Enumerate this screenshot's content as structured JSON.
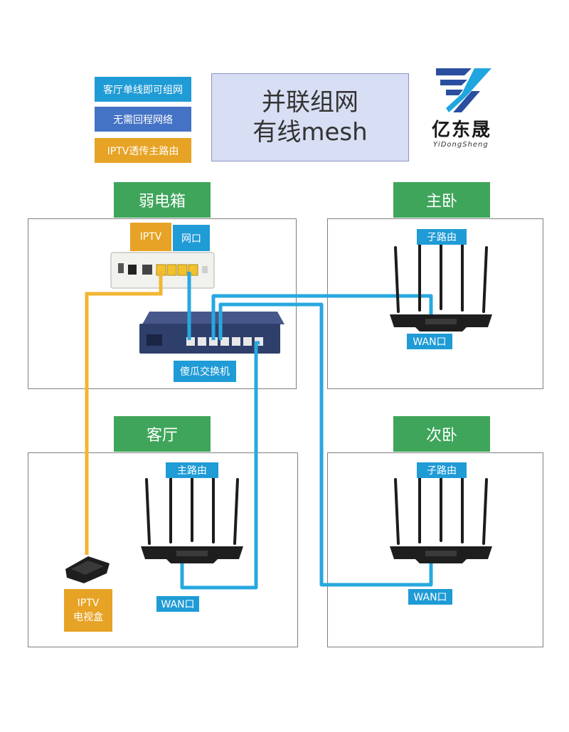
{
  "features": [
    {
      "label": "客厅单线即可组网",
      "color": "#1f9bd6"
    },
    {
      "label": "无需回程网络",
      "color": "#4472c4"
    },
    {
      "label": "IPTV透传主路由",
      "color": "#e7a325"
    }
  ],
  "title": {
    "line1": "并联组网",
    "line2": "有线mesh"
  },
  "logo": {
    "name": "亿东晟",
    "pinyin": "YiDongSheng"
  },
  "rooms": {
    "weak_box": {
      "title": "弱电箱",
      "port_iptv": "IPTV",
      "port_lan": "网口",
      "switch_label": "傻瓜交换机"
    },
    "master_bedroom": {
      "title": "主卧",
      "router_label": "子路由",
      "wan_label": "WAN口"
    },
    "living_room": {
      "title": "客厅",
      "router_label": "主路由",
      "wan_label": "WAN口",
      "stb_label_1": "IPTV",
      "stb_label_2": "电视盒"
    },
    "second_bedroom": {
      "title": "次卧",
      "router_label": "子路由",
      "wan_label": "WAN口"
    }
  },
  "colors": {
    "room_title": "#3fa55b",
    "blue_tag": "#1f9bd6",
    "orange_tag": "#e7a325",
    "cable_blue": "#27a8df",
    "cable_orange": "#f2b632",
    "router_body": "#1e1e1e",
    "switch_body": "#2f3f6b"
  },
  "icons": [
    "router-icon",
    "switch-icon",
    "modem-icon",
    "set-top-box-icon",
    "logo-icon"
  ]
}
